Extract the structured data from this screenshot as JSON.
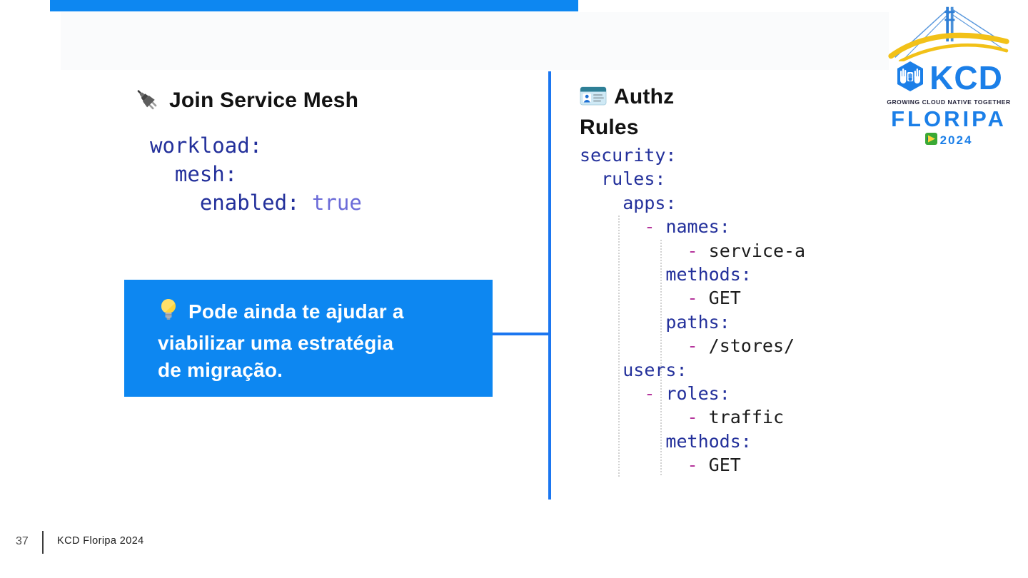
{
  "colors": {
    "accent-blue": "#0d87f1",
    "line-blue": "#1b76f0",
    "code-key": "#23309b",
    "code-val": "#6b6bd8",
    "code-dash": "#b5359c",
    "code-plain": "#1c1c1c",
    "logo-blue": "#1b7fe8",
    "logo-yellow": "#f2c118"
  },
  "left_panel": {
    "heading": "Join Service Mesh",
    "heading_icon": "plug-icon",
    "code": {
      "lines": [
        [
          {
            "t": "workload:",
            "c": "key"
          }
        ],
        [
          {
            "t": "  ",
            "c": "plain"
          },
          {
            "t": "mesh:",
            "c": "key"
          }
        ],
        [
          {
            "t": "    ",
            "c": "plain"
          },
          {
            "t": "enabled:",
            "c": "key"
          },
          {
            "t": " ",
            "c": "plain"
          },
          {
            "t": "true",
            "c": "val"
          }
        ]
      ]
    },
    "callout": {
      "icon": "lightbulb-icon",
      "lines": [
        "Pode ainda te ajudar a",
        "viabilizar uma estratégia",
        "de migração."
      ]
    }
  },
  "right_panel": {
    "heading": "Authz Rules",
    "heading_icon": "id-card-icon",
    "code": {
      "lines": [
        [
          {
            "t": "security:",
            "c": "key"
          }
        ],
        [
          {
            "t": "  ",
            "c": "plain"
          },
          {
            "t": "rules:",
            "c": "key"
          }
        ],
        [
          {
            "t": "    ",
            "c": "plain"
          },
          {
            "t": "apps:",
            "c": "key"
          }
        ],
        [
          {
            "t": "      ",
            "c": "plain"
          },
          {
            "t": "-",
            "c": "dash"
          },
          {
            "t": " ",
            "c": "plain"
          },
          {
            "t": "names:",
            "c": "key"
          }
        ],
        [
          {
            "t": "          ",
            "c": "plain"
          },
          {
            "t": "-",
            "c": "dash"
          },
          {
            "t": " ",
            "c": "plain"
          },
          {
            "t": "service-a",
            "c": "plain"
          }
        ],
        [
          {
            "t": "        ",
            "c": "plain"
          },
          {
            "t": "methods:",
            "c": "key"
          }
        ],
        [
          {
            "t": "          ",
            "c": "plain"
          },
          {
            "t": "-",
            "c": "dash"
          },
          {
            "t": " ",
            "c": "plain"
          },
          {
            "t": "GET",
            "c": "plain"
          }
        ],
        [
          {
            "t": "        ",
            "c": "plain"
          },
          {
            "t": "paths:",
            "c": "key"
          }
        ],
        [
          {
            "t": "          ",
            "c": "plain"
          },
          {
            "t": "-",
            "c": "dash"
          },
          {
            "t": " ",
            "c": "plain"
          },
          {
            "t": "/stores/",
            "c": "plain"
          }
        ],
        [
          {
            "t": "    ",
            "c": "plain"
          },
          {
            "t": "users:",
            "c": "key"
          }
        ],
        [
          {
            "t": "      ",
            "c": "plain"
          },
          {
            "t": "-",
            "c": "dash"
          },
          {
            "t": " ",
            "c": "plain"
          },
          {
            "t": "roles:",
            "c": "key"
          }
        ],
        [
          {
            "t": "          ",
            "c": "plain"
          },
          {
            "t": "-",
            "c": "dash"
          },
          {
            "t": " ",
            "c": "plain"
          },
          {
            "t": "traffic",
            "c": "plain"
          }
        ],
        [
          {
            "t": "        ",
            "c": "plain"
          },
          {
            "t": "methods:",
            "c": "key"
          }
        ],
        [
          {
            "t": "          ",
            "c": "plain"
          },
          {
            "t": "-",
            "c": "dash"
          },
          {
            "t": " ",
            "c": "plain"
          },
          {
            "t": "GET",
            "c": "plain"
          }
        ]
      ]
    }
  },
  "logo": {
    "wordmark": "KCD",
    "tagline": "GROWING CLOUD NATIVE TOGETHER",
    "city": "FLORIPA",
    "year": "2024",
    "icons": [
      "bridge-graphic",
      "hands-hexagon-icon",
      "brazil-flag-icon"
    ]
  },
  "footer": {
    "page_number": "37",
    "title": "KCD Floripa 2024"
  }
}
